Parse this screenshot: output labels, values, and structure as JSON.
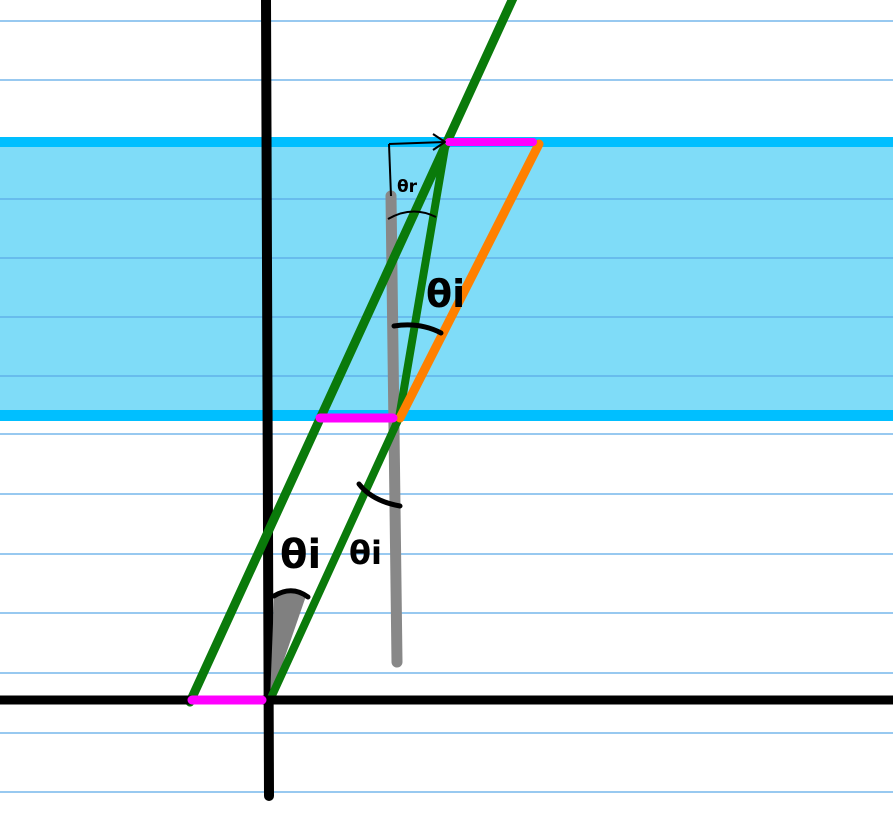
{
  "diagram": {
    "labels": {
      "theta_r_small": "θr",
      "theta_i_in_slab": "θi",
      "theta_i_middle": "θi",
      "theta_i_origin": "θi"
    },
    "colors": {
      "ruled_lines": "#5aa9e6",
      "slab_fill": "#7fdcf8",
      "slab_border": "#00bfff",
      "axes": "#000000",
      "incident_ray": "#0a7a0a",
      "normal_line": "#888888",
      "emergent_ray": "#ff8000",
      "segment_marker": "#ff00ff",
      "angle_fill": "#808080"
    },
    "icons": {
      "arrow": "arrow-right-icon"
    }
  }
}
